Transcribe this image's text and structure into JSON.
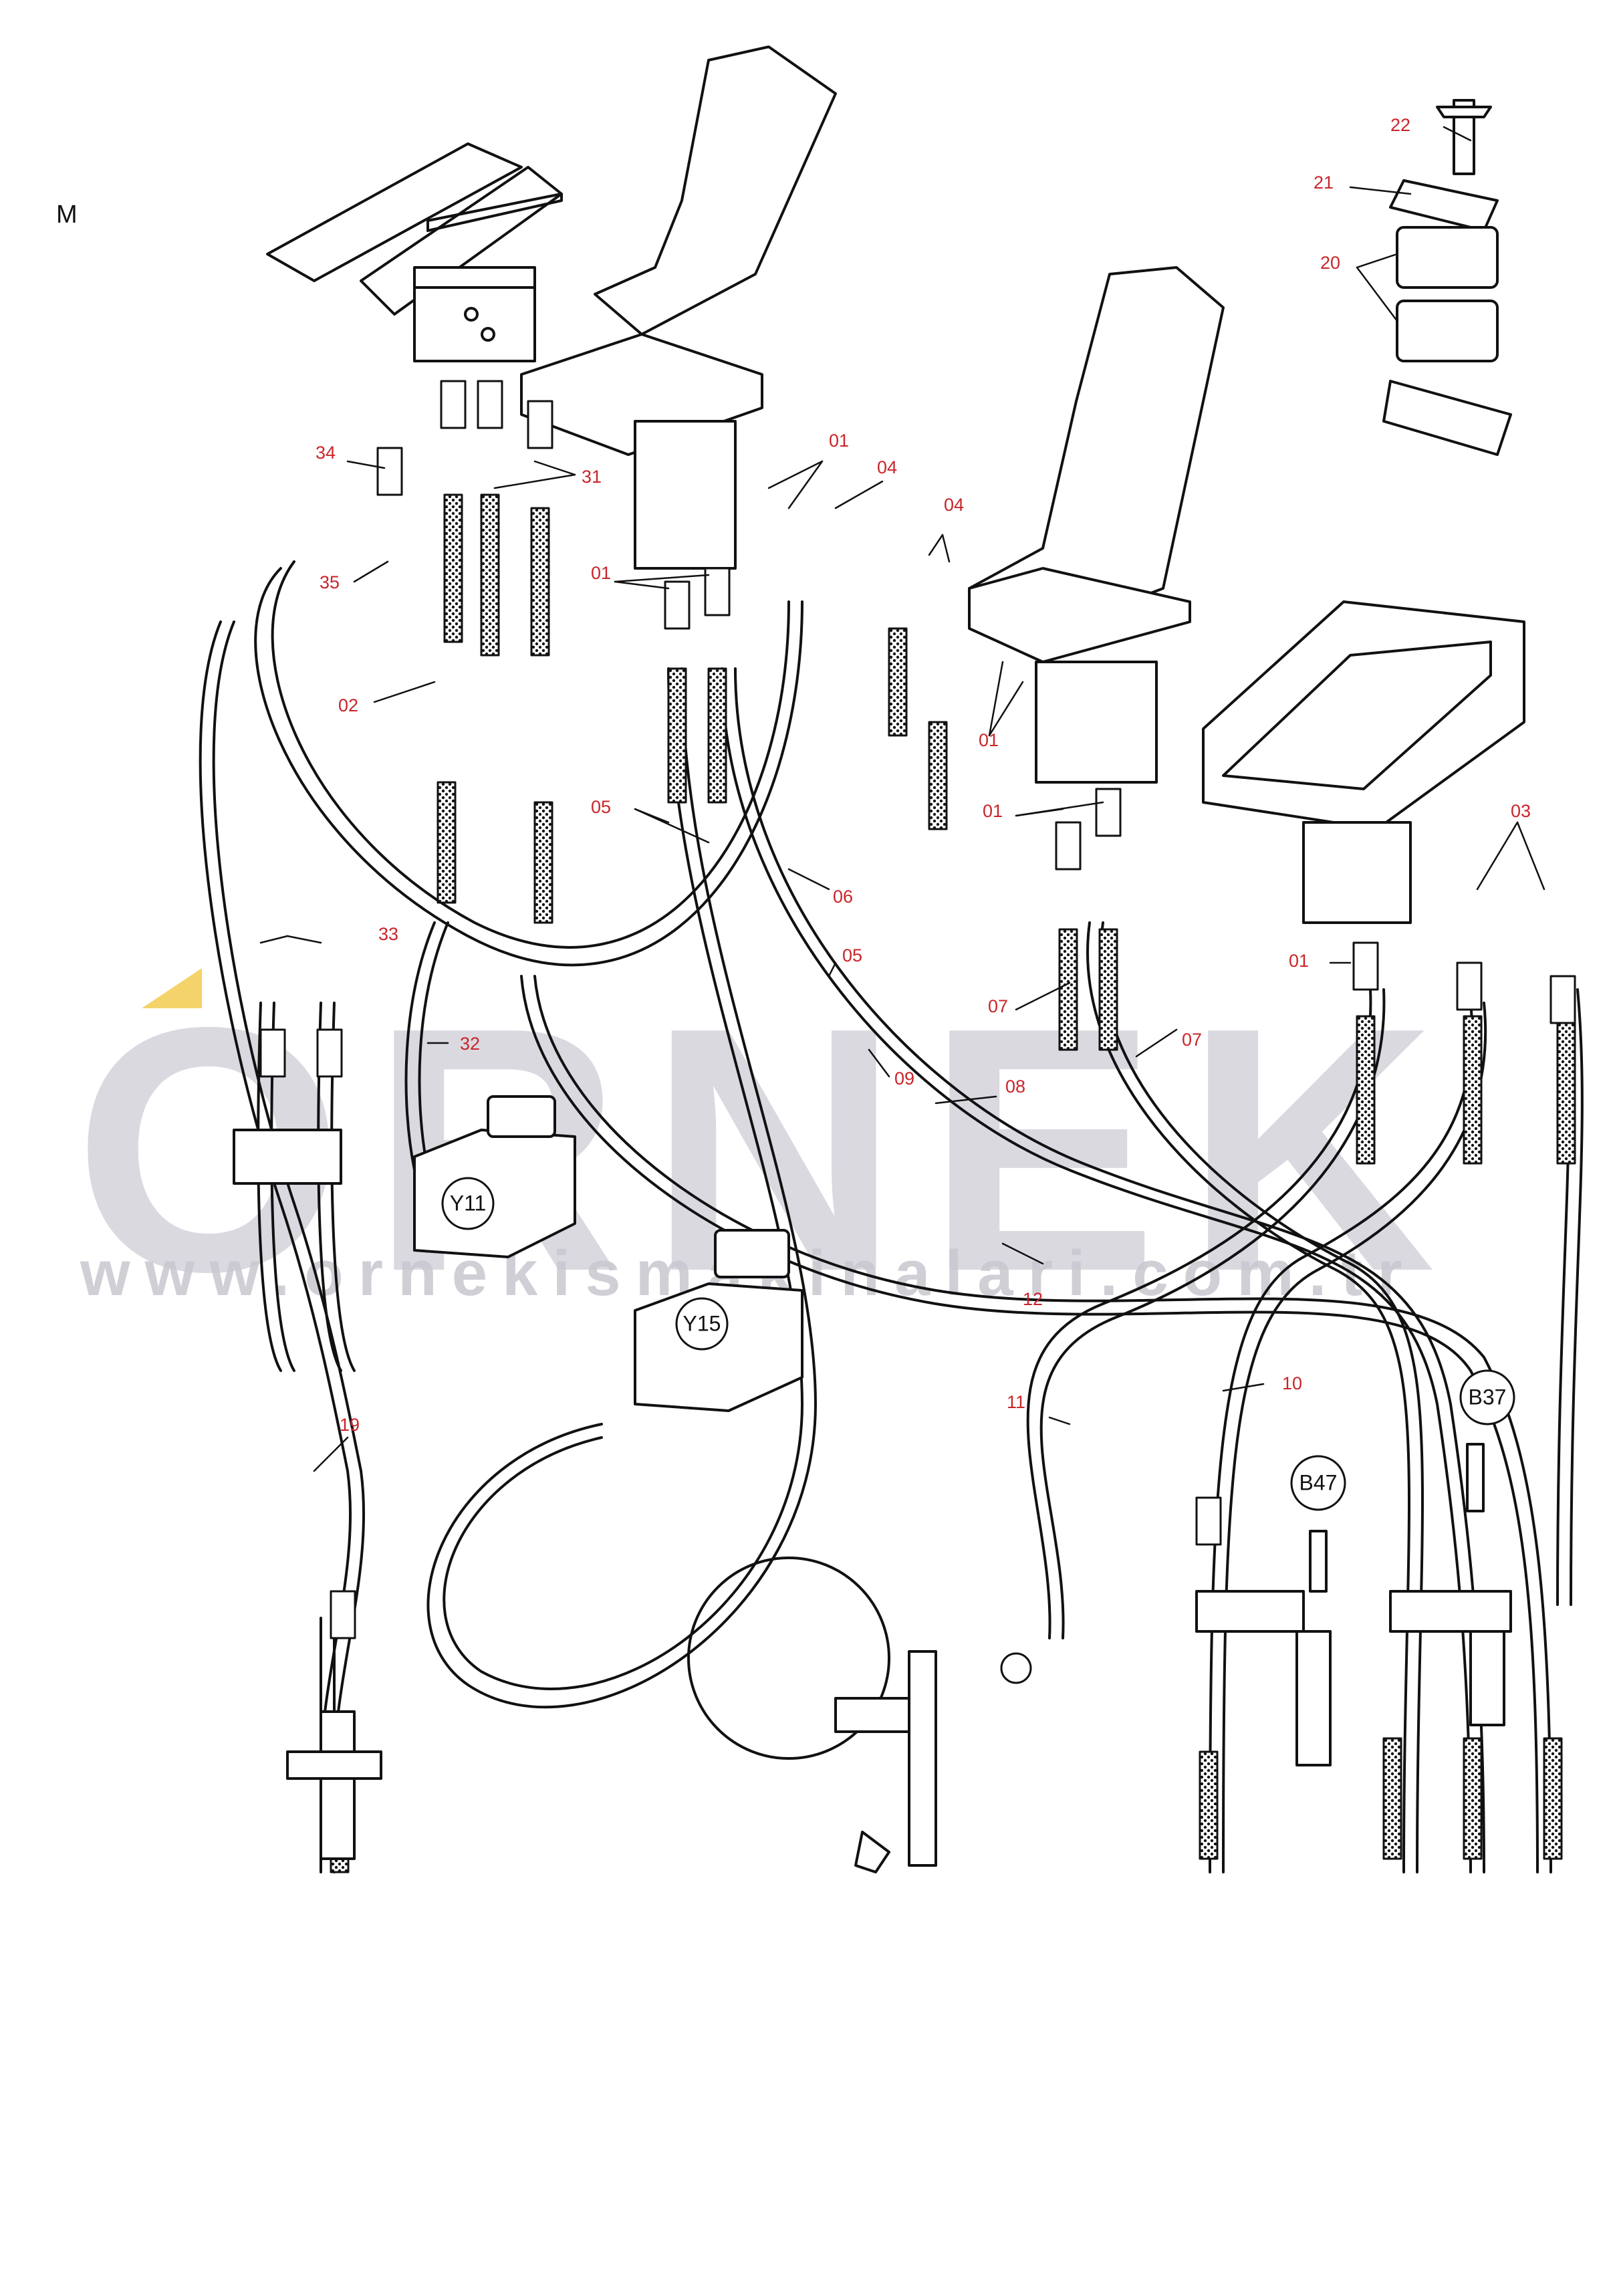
{
  "sheet": {
    "letter": "M"
  },
  "watermark": {
    "brand": "ORNEK",
    "url": "www.ornekismakinalari.com.tr",
    "accent_color": "#f3d36a",
    "text_color": "#cfcdd6"
  },
  "callout_color": "#c9252a",
  "callouts": [
    {
      "id": "c22",
      "text": "22"
    },
    {
      "id": "c21",
      "text": "21"
    },
    {
      "id": "c20",
      "text": "20"
    },
    {
      "id": "c34",
      "text": "34"
    },
    {
      "id": "c31",
      "text": "31"
    },
    {
      "id": "c01a",
      "text": "01"
    },
    {
      "id": "c04a",
      "text": "04"
    },
    {
      "id": "c04b",
      "text": "04"
    },
    {
      "id": "c35",
      "text": "35"
    },
    {
      "id": "c01b",
      "text": "01"
    },
    {
      "id": "c02",
      "text": "02"
    },
    {
      "id": "c01c",
      "text": "01"
    },
    {
      "id": "c05a",
      "text": "05"
    },
    {
      "id": "c06",
      "text": "06"
    },
    {
      "id": "c01d",
      "text": "01"
    },
    {
      "id": "c03",
      "text": "03"
    },
    {
      "id": "c33",
      "text": "33"
    },
    {
      "id": "c05b",
      "text": "05"
    },
    {
      "id": "c01e",
      "text": "01"
    },
    {
      "id": "c07a",
      "text": "07"
    },
    {
      "id": "c07b",
      "text": "07"
    },
    {
      "id": "c32",
      "text": "32"
    },
    {
      "id": "c09",
      "text": "09"
    },
    {
      "id": "c08",
      "text": "08"
    },
    {
      "id": "c12",
      "text": "12"
    },
    {
      "id": "c10",
      "text": "10"
    },
    {
      "id": "c11",
      "text": "11"
    },
    {
      "id": "c19",
      "text": "19"
    }
  ],
  "components": [
    {
      "id": "y11",
      "text": "Y11"
    },
    {
      "id": "y15",
      "text": "Y15"
    },
    {
      "id": "b37",
      "text": "B37"
    },
    {
      "id": "b47",
      "text": "B47"
    }
  ]
}
